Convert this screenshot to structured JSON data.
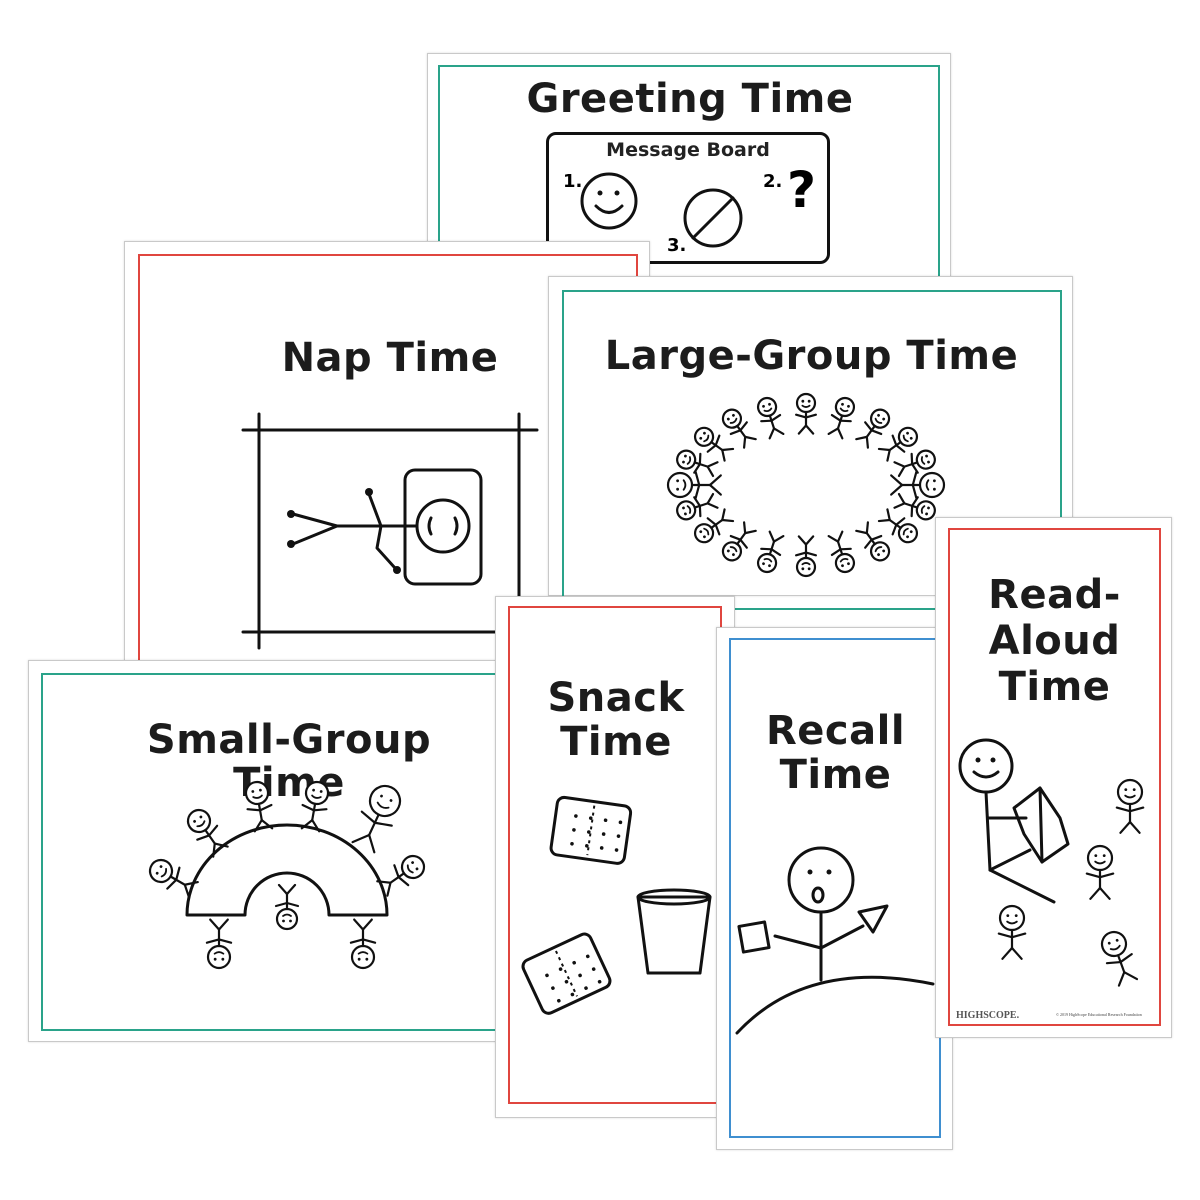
{
  "cards": {
    "greeting": {
      "title": "Greeting Time",
      "board_label": "Message Board",
      "n1": "1.",
      "n2": "2.",
      "n3": "3.",
      "q": "?"
    },
    "nap": {
      "title": "Nap Time"
    },
    "large_group": {
      "title": "Large-Group Time"
    },
    "small_group": {
      "title": "Small-Group Time"
    },
    "snack": {
      "title_line1": "Snack",
      "title_line2": "Time"
    },
    "recall": {
      "title_line1": "Recall",
      "title_line2": "Time"
    },
    "read_aloud": {
      "title_line1": "Read-",
      "title_line2": "Aloud",
      "title_line3": "Time",
      "brand": "HIGHSCOPE.",
      "copyright": "© 2019 HighScope Educational Research Foundation"
    }
  },
  "colors": {
    "green": "#2aa38a",
    "red": "#e0463f",
    "blue": "#3f8fd0"
  }
}
